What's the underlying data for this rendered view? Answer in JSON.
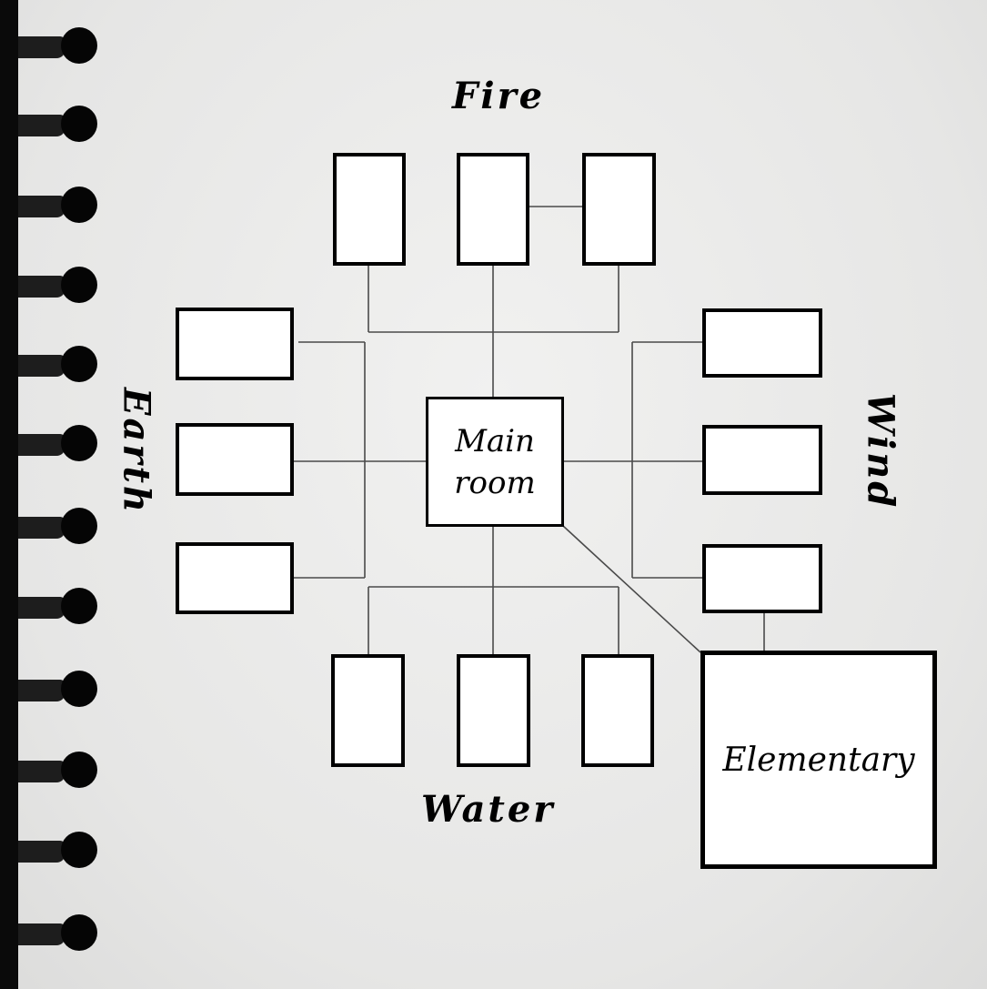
{
  "labels": {
    "fire": "Fire",
    "earth": "Earth",
    "wind": "Wind",
    "water": "Water"
  },
  "main_room": {
    "line1": "Main",
    "line2": "room"
  },
  "elementary": "Elementary",
  "colors": {
    "paper": "#ebebea",
    "ink": "#000000",
    "box_fill": "#ffffff",
    "connector": "#4a4a4a"
  }
}
